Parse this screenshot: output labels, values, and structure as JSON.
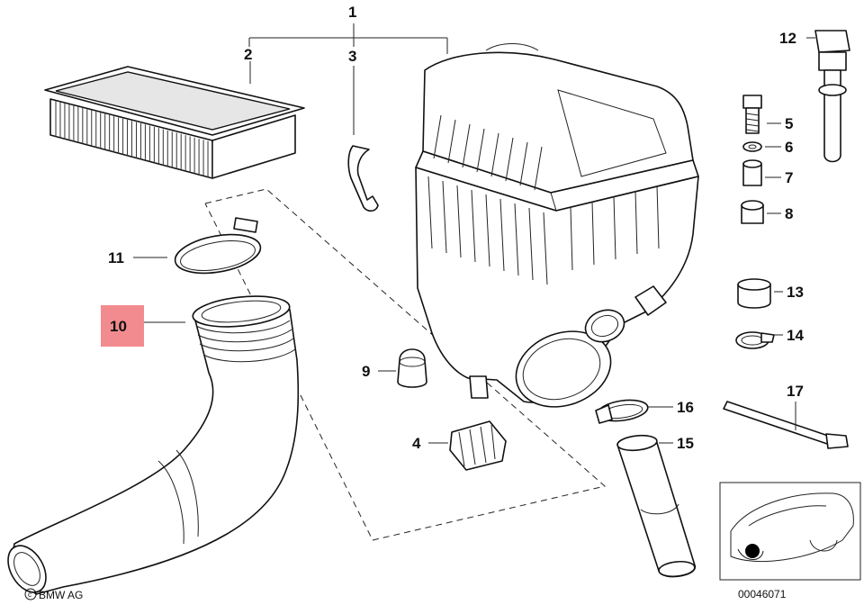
{
  "callouts": [
    {
      "id": "1",
      "label": "1"
    },
    {
      "id": "2",
      "label": "2"
    },
    {
      "id": "3",
      "label": "3"
    },
    {
      "id": "4",
      "label": "4"
    },
    {
      "id": "5",
      "label": "5"
    },
    {
      "id": "6",
      "label": "6"
    },
    {
      "id": "7",
      "label": "7"
    },
    {
      "id": "8",
      "label": "8"
    },
    {
      "id": "9",
      "label": "9"
    },
    {
      "id": "10",
      "label": "10",
      "highlighted": true
    },
    {
      "id": "11",
      "label": "11"
    },
    {
      "id": "12",
      "label": "12"
    },
    {
      "id": "13",
      "label": "13"
    },
    {
      "id": "14",
      "label": "14"
    },
    {
      "id": "15",
      "label": "15"
    },
    {
      "id": "16",
      "label": "16"
    },
    {
      "id": "17",
      "label": "17"
    }
  ],
  "copyright": "BMW AG",
  "drawing_number": "00046071",
  "colors": {
    "highlight": "#f28b8f",
    "line": "#111111",
    "background": "#ffffff"
  }
}
